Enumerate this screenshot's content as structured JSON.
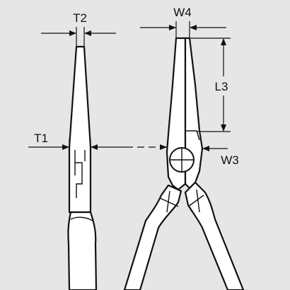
{
  "figure": {
    "labels": {
      "t2": "T2",
      "w4": "W4",
      "l3": "L3",
      "t1": "T1",
      "w3": "W3"
    }
  }
}
